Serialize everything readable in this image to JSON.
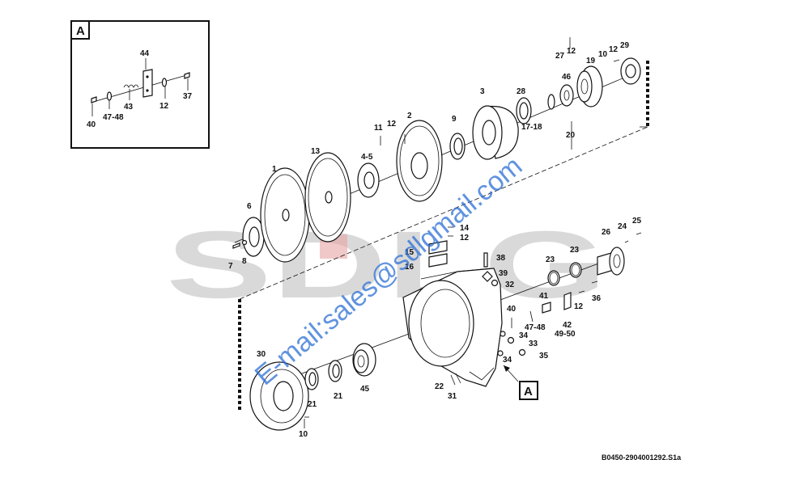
{
  "watermark": {
    "brand": "SDLG",
    "email": "E-mail:sales@sdlgmail.com"
  },
  "detail_box": {
    "title": "A"
  },
  "callout_label": "A",
  "reference_code": "B0450-2904001292.S1a",
  "part_labels": {
    "p1": "1",
    "p2": "2",
    "p3": "3",
    "p4_5": "4-5",
    "p6": "6",
    "p7": "7",
    "p8": "8",
    "p9": "9",
    "p10": "10",
    "p10b": "10",
    "p11": "11",
    "p12a": "12",
    "p12b": "12",
    "p12c": "12",
    "p12d": "12",
    "p12e": "12",
    "p12f": "12",
    "p13": "13",
    "p14": "14",
    "p15": "15",
    "p16": "16",
    "p17_18": "17-18",
    "p19": "19",
    "p20": "20",
    "p21a": "21",
    "p21b": "21",
    "p22": "22",
    "p23a": "23",
    "p23b": "23",
    "p24": "24",
    "p25": "25",
    "p26": "26",
    "p27": "27",
    "p28": "28",
    "p29": "29",
    "p30": "30",
    "p31": "31",
    "p32": "32",
    "p33": "33",
    "p34a": "34",
    "p34b": "34",
    "p35": "35",
    "p36": "36",
    "p37": "37",
    "p38": "38",
    "p39": "39",
    "p40a": "40",
    "p40b": "40",
    "p41": "41",
    "p42": "42",
    "p43": "43",
    "p44": "44",
    "p45": "45",
    "p46": "46",
    "p47_48a": "47-48",
    "p47_48b": "47-48",
    "p49_50": "49-50"
  }
}
